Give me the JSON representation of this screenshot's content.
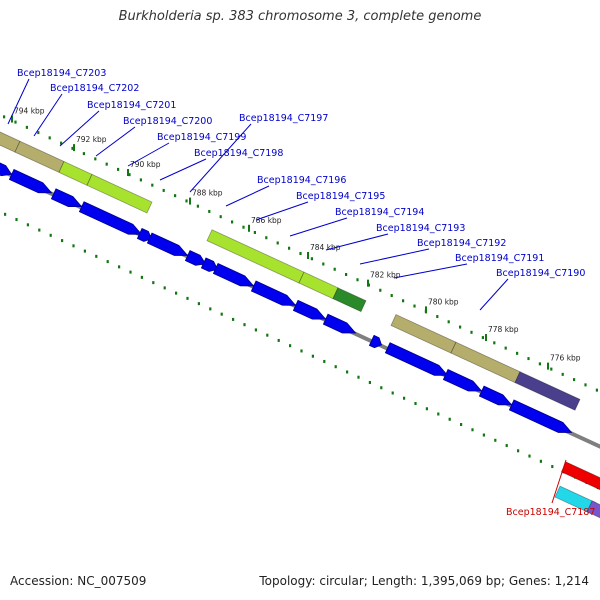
{
  "title": "Burkholderia sp. 383 chromosome 3, complete genome",
  "footer": {
    "accession": "Accession: NC_007509",
    "summary": "Topology: circular; Length: 1,395,069 bp; Genes: 1,214"
  },
  "colors": {
    "backbone": "#7f7f7f",
    "cds": "#0000ee",
    "cds_dark": "#00008a",
    "olive": "#b5ad6c",
    "lime": "#a6e22e",
    "darkgreen": "#2a8a2a",
    "slate": "#4a3f8c",
    "red": "#ee0000",
    "cyan": "#22d8e8",
    "purple": "#7755cc",
    "tick": "#117711",
    "label_blue": "#0000cc",
    "label_red": "#cc0000"
  },
  "tick_labels": [
    {
      "text": "794 kbp"
    },
    {
      "text": "792 kbp"
    },
    {
      "text": "790 kbp"
    },
    {
      "text": "788 kbp"
    },
    {
      "text": "786 kbp"
    },
    {
      "text": "784 kbp"
    },
    {
      "text": "782 kbp"
    },
    {
      "text": "780 kbp"
    },
    {
      "text": "778 kbp"
    },
    {
      "text": "776 kbp"
    }
  ],
  "gene_labels": [
    {
      "text": "Bcep18194_C7203"
    },
    {
      "text": "Bcep18194_C7202"
    },
    {
      "text": "Bcep18194_C7201"
    },
    {
      "text": "Bcep18194_C7200"
    },
    {
      "text": "Bcep18194_C7199"
    },
    {
      "text": "Bcep18194_C7198"
    },
    {
      "text": "Bcep18194_C7197"
    },
    {
      "text": "Bcep18194_C7196"
    },
    {
      "text": "Bcep18194_C7195"
    },
    {
      "text": "Bcep18194_C7194"
    },
    {
      "text": "Bcep18194_C7193"
    },
    {
      "text": "Bcep18194_C7192"
    },
    {
      "text": "Bcep18194_C7191"
    },
    {
      "text": "Bcep18194_C7190"
    },
    {
      "text": "Bcep18194_C7187"
    }
  ]
}
